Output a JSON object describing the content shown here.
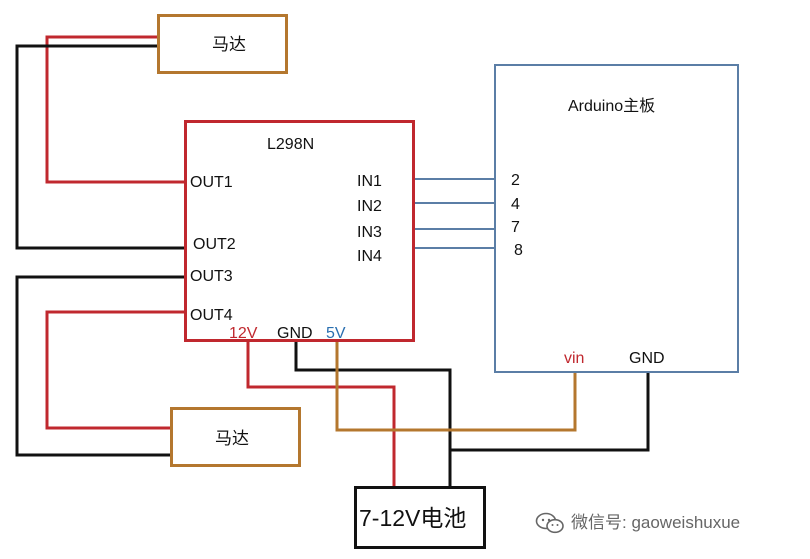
{
  "motor_top": {
    "label": "马达"
  },
  "motor_bottom": {
    "label": "马达"
  },
  "l298n": {
    "title": "L298N",
    "outputs": [
      "OUT1",
      "OUT2",
      "OUT3",
      "OUT4"
    ],
    "inputs": [
      "IN1",
      "IN2",
      "IN3",
      "IN4"
    ],
    "power": {
      "v12": "12V",
      "gnd": "GND",
      "v5": "5V"
    }
  },
  "arduino": {
    "title": "Arduino主板",
    "pins": [
      "2",
      "4",
      "7",
      "8"
    ],
    "vin": "vin",
    "gnd": "GND"
  },
  "battery": {
    "label": "7-12V电池"
  },
  "watermark": {
    "text": "微信号: gaoweishuxue",
    "icon": "wechat-icon"
  },
  "colors": {
    "red": "#c0282e",
    "black": "#111111",
    "orange": "#b4772e",
    "blue": "#5b7ea6",
    "v5_text": "#2a6fb0"
  }
}
